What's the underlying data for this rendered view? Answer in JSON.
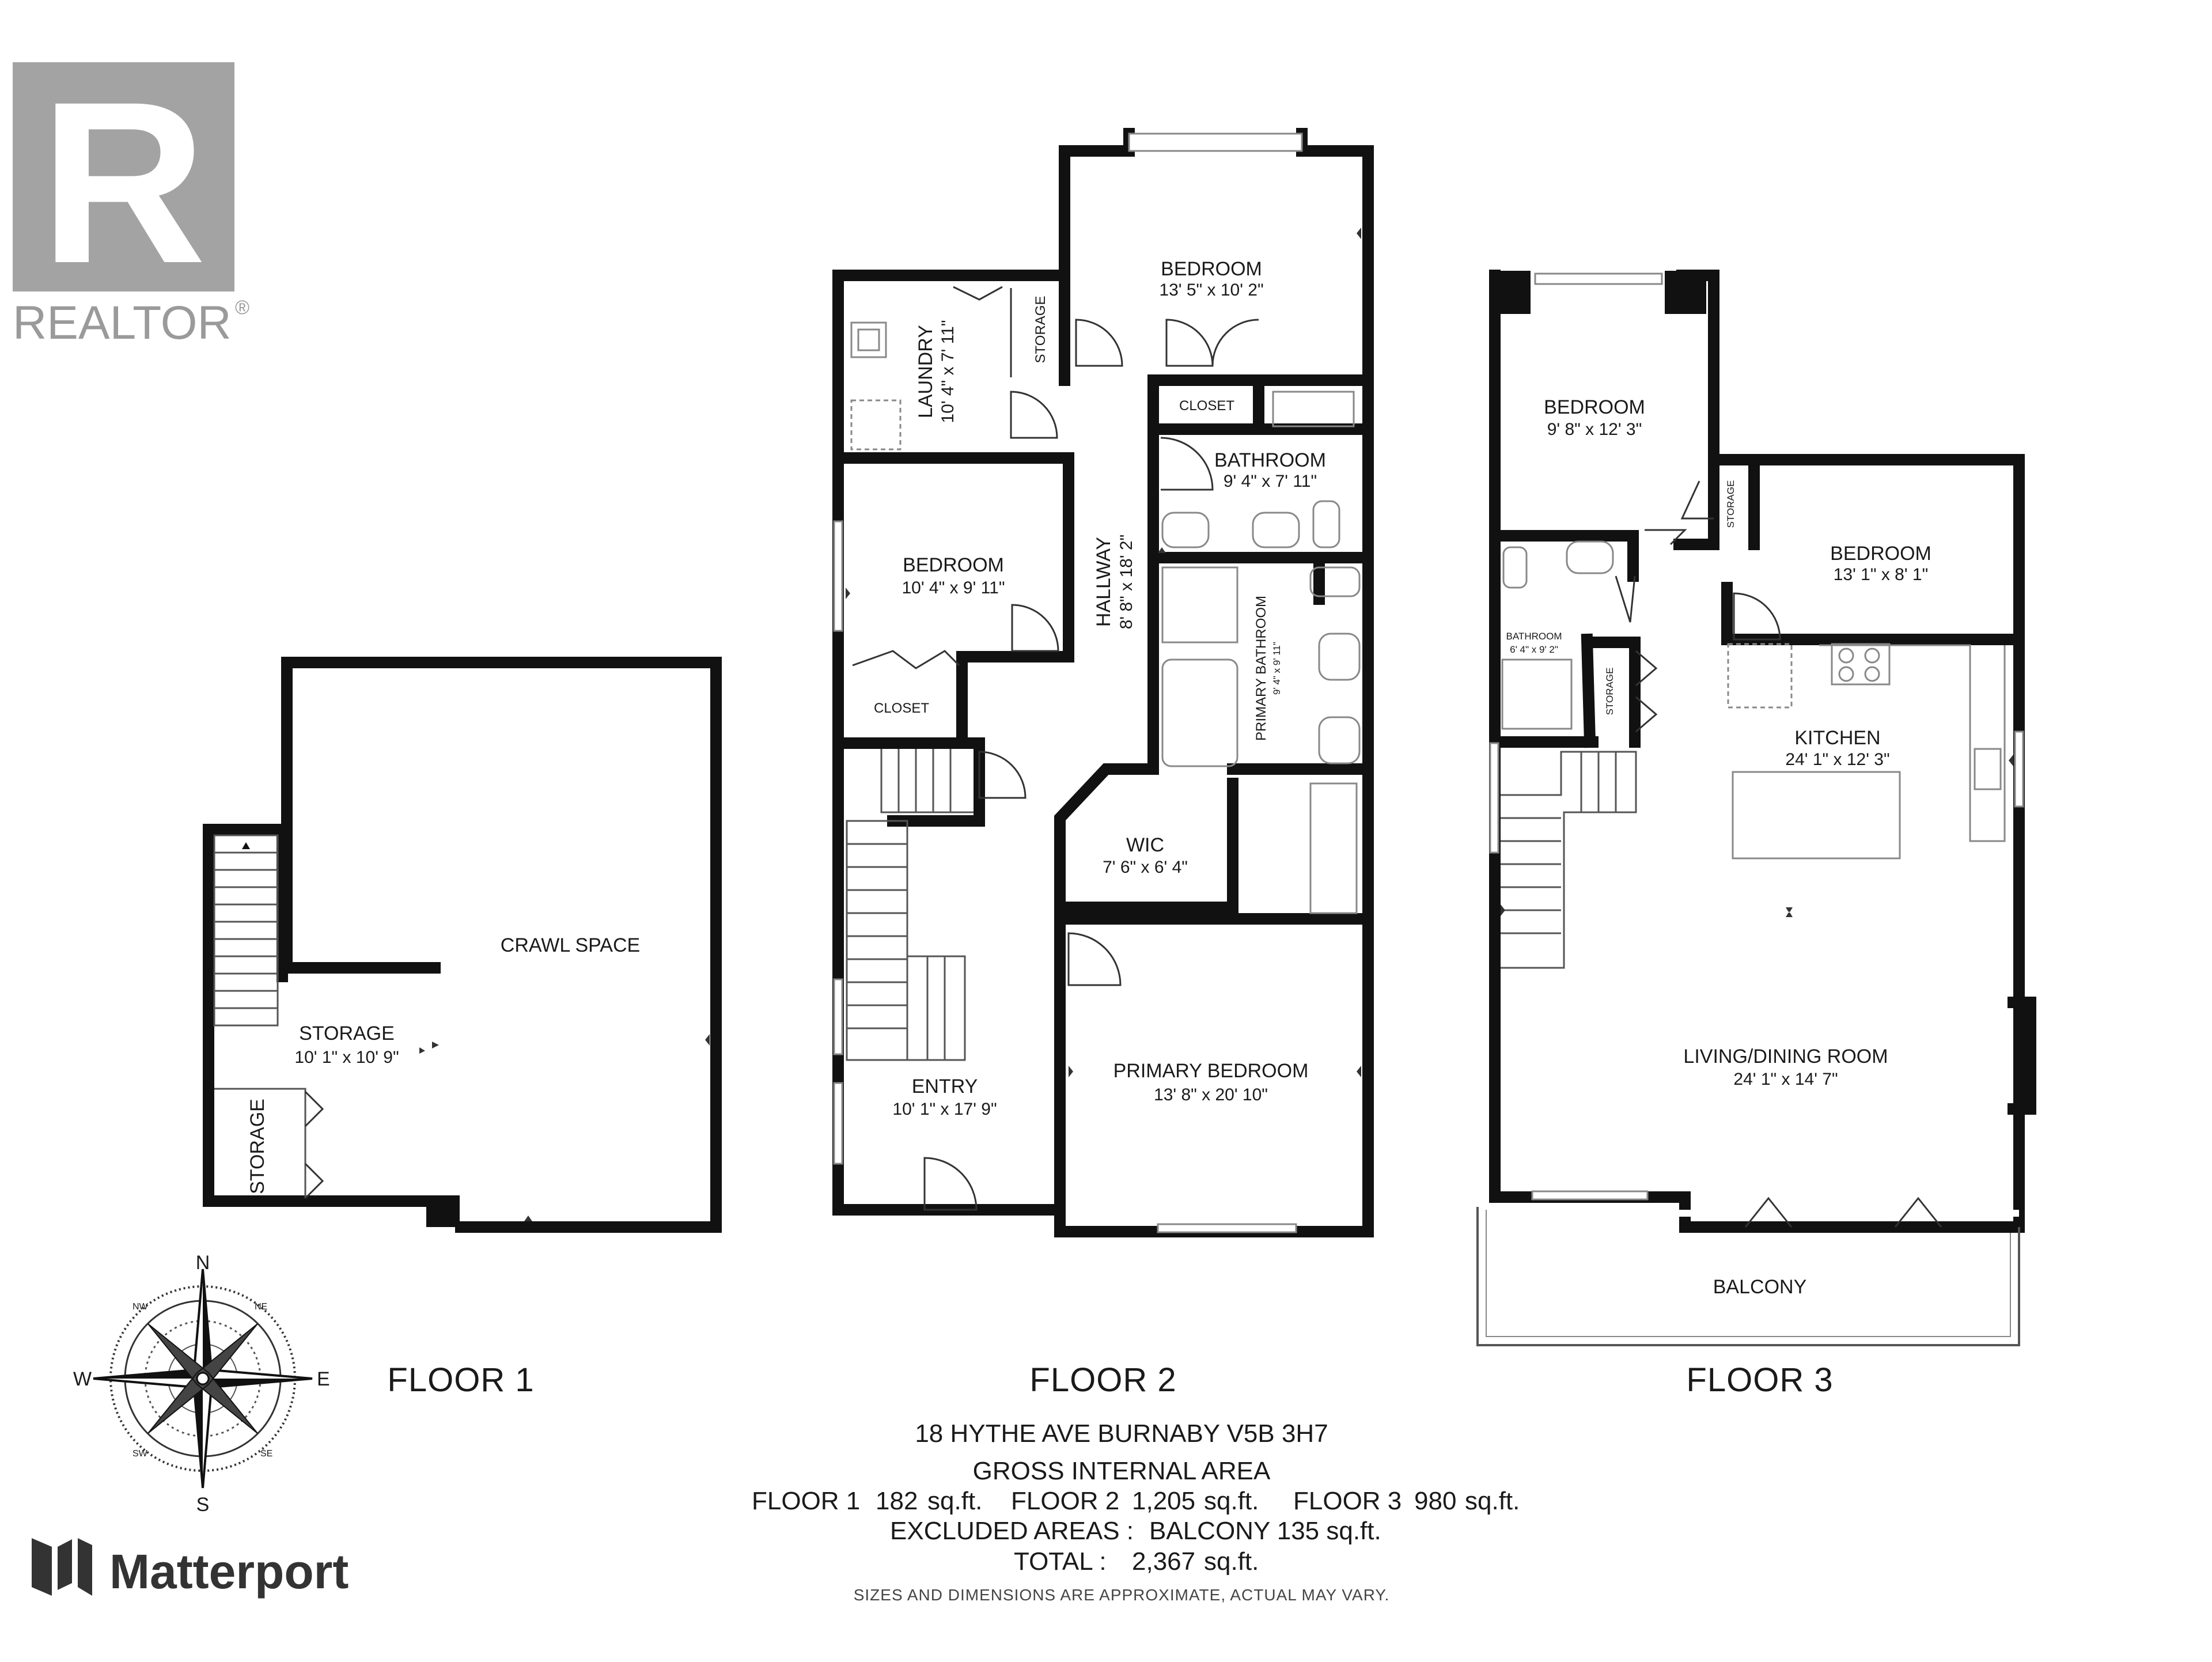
{
  "brand": {
    "realtor_logo_letter": "R",
    "realtor_text": "REALTOR",
    "realtor_reg": "®",
    "matterport_text": "Matterport"
  },
  "compass": {
    "n": "N",
    "s": "S",
    "e": "E",
    "w": "W",
    "ne": "NE",
    "nw": "NW",
    "se": "SE",
    "sw": "SW"
  },
  "floors": {
    "floor1": {
      "title": "FLOOR 1",
      "rooms": {
        "crawl_space": {
          "name": "CRAWL SPACE"
        },
        "storage": {
          "name": "STORAGE",
          "dim": "10' 1\" x 10' 9\""
        },
        "storage_small": {
          "name": "STORAGE"
        }
      }
    },
    "floor2": {
      "title": "FLOOR 2",
      "rooms": {
        "laundry": {
          "name": "LAUNDRY",
          "dim": "10' 4\" x 7' 11\""
        },
        "storage": {
          "name": "STORAGE"
        },
        "bedroom_top": {
          "name": "BEDROOM",
          "dim": "13' 5\" x 10' 2\""
        },
        "closet_top": {
          "name": "CLOSET"
        },
        "bathroom": {
          "name": "BATHROOM",
          "dim": "9' 4\" x 7' 11\""
        },
        "bedroom_left": {
          "name": "BEDROOM",
          "dim": "10' 4\" x 9' 11\""
        },
        "hallway": {
          "name": "HALLWAY",
          "dim": "8' 8\" x 18' 2\""
        },
        "primary_bathroom": {
          "name": "PRIMARY BATHROOM",
          "dim": "9' 4\" x 9' 11\""
        },
        "closet_left": {
          "name": "CLOSET"
        },
        "wic": {
          "name": "WIC",
          "dim": "7' 6\" x 6' 4\""
        },
        "entry": {
          "name": "ENTRY",
          "dim": "10' 1\" x 17' 9\""
        },
        "primary_bedroom": {
          "name": "PRIMARY BEDROOM",
          "dim": "13' 8\" x 20' 10\""
        }
      }
    },
    "floor3": {
      "title": "FLOOR 3",
      "rooms": {
        "bedroom_left": {
          "name": "BEDROOM",
          "dim": "9' 8\" x 12' 3\""
        },
        "storage_top": {
          "name": "STORAGE"
        },
        "bedroom_right": {
          "name": "BEDROOM",
          "dim": "13' 1\" x 8' 1\""
        },
        "bathroom": {
          "name": "BATHROOM",
          "dim": "6' 4\" x 9' 2\""
        },
        "storage_mid": {
          "name": "STORAGE"
        },
        "kitchen": {
          "name": "KITCHEN",
          "dim": "24' 1\" x 12' 3\""
        },
        "living": {
          "name": "LIVING/DINING ROOM",
          "dim": "24' 1\" x 14' 7\""
        },
        "balcony": {
          "name": "BALCONY"
        }
      }
    }
  },
  "summary": {
    "address": "18 HYTHE AVE BURNABY V5B 3H7",
    "heading": "GROSS INTERNAL AREA",
    "floor1_label": "FLOOR 1",
    "floor1_value": "182",
    "floor1_unit": "sq.ft.",
    "floor2_label": "FLOOR 2",
    "floor2_value": "1,205",
    "floor2_unit": "sq.ft.",
    "floor3_label": "FLOOR 3",
    "floor3_value": "980",
    "floor3_unit": "sq.ft.",
    "excluded_label": "EXCLUDED AREAS :",
    "excluded_text": "BALCONY 135 sq.ft.",
    "total_label": "TOTAL :",
    "total_value": "2,367",
    "total_unit": "sq.ft.",
    "disclaimer": "SIZES AND DIMENSIONS ARE APPROXIMATE, ACTUAL MAY VARY."
  }
}
